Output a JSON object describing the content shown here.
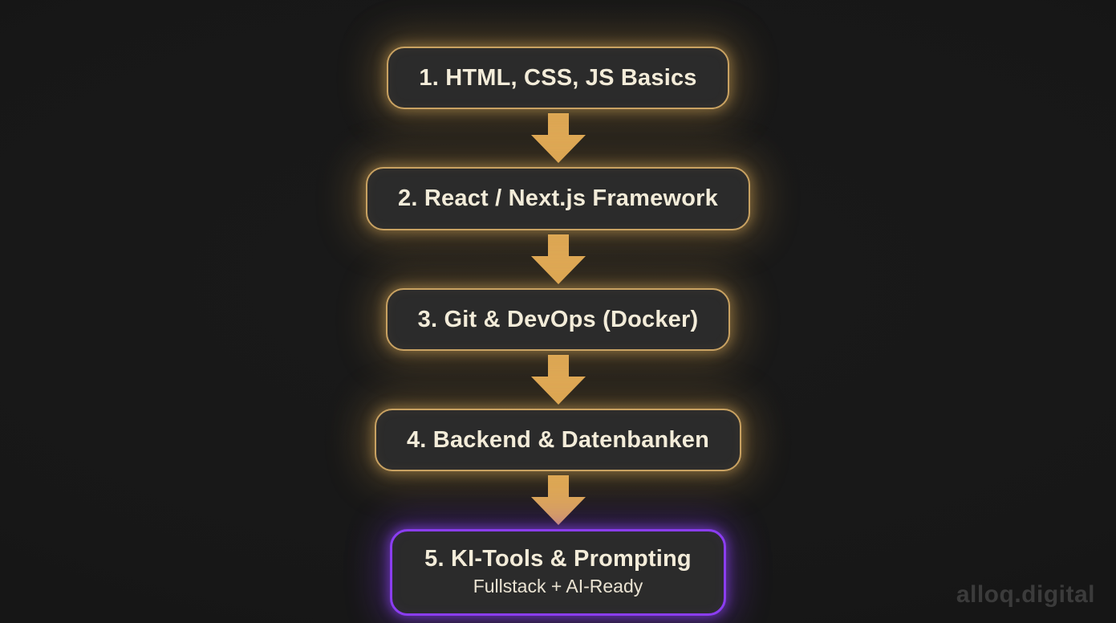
{
  "flow": {
    "steps": [
      {
        "label": "1. HTML, CSS, JS Basics",
        "subtitle": "",
        "variant": "gold"
      },
      {
        "label": "2. React / Next.js Framework",
        "subtitle": "",
        "variant": "gold"
      },
      {
        "label": "3. Git & DevOps (Docker)",
        "subtitle": "",
        "variant": "gold"
      },
      {
        "label": "4. Backend & Datenbanken",
        "subtitle": "",
        "variant": "gold"
      },
      {
        "label": "5. KI-Tools & Prompting",
        "subtitle": "Fullstack + AI-Ready",
        "variant": "purple"
      }
    ]
  },
  "colors": {
    "background": "#171717",
    "box_fill": "#2b2b2b",
    "gold_border": "#c9a262",
    "gold_glow": "#d6a048",
    "arrow": "#dfa957",
    "purple_border": "#8b3df2",
    "purple_glow": "#8434f2",
    "text": "#f3ecd9",
    "watermark": "#3b3b3b"
  },
  "watermark": {
    "label": "alloq.digital"
  }
}
